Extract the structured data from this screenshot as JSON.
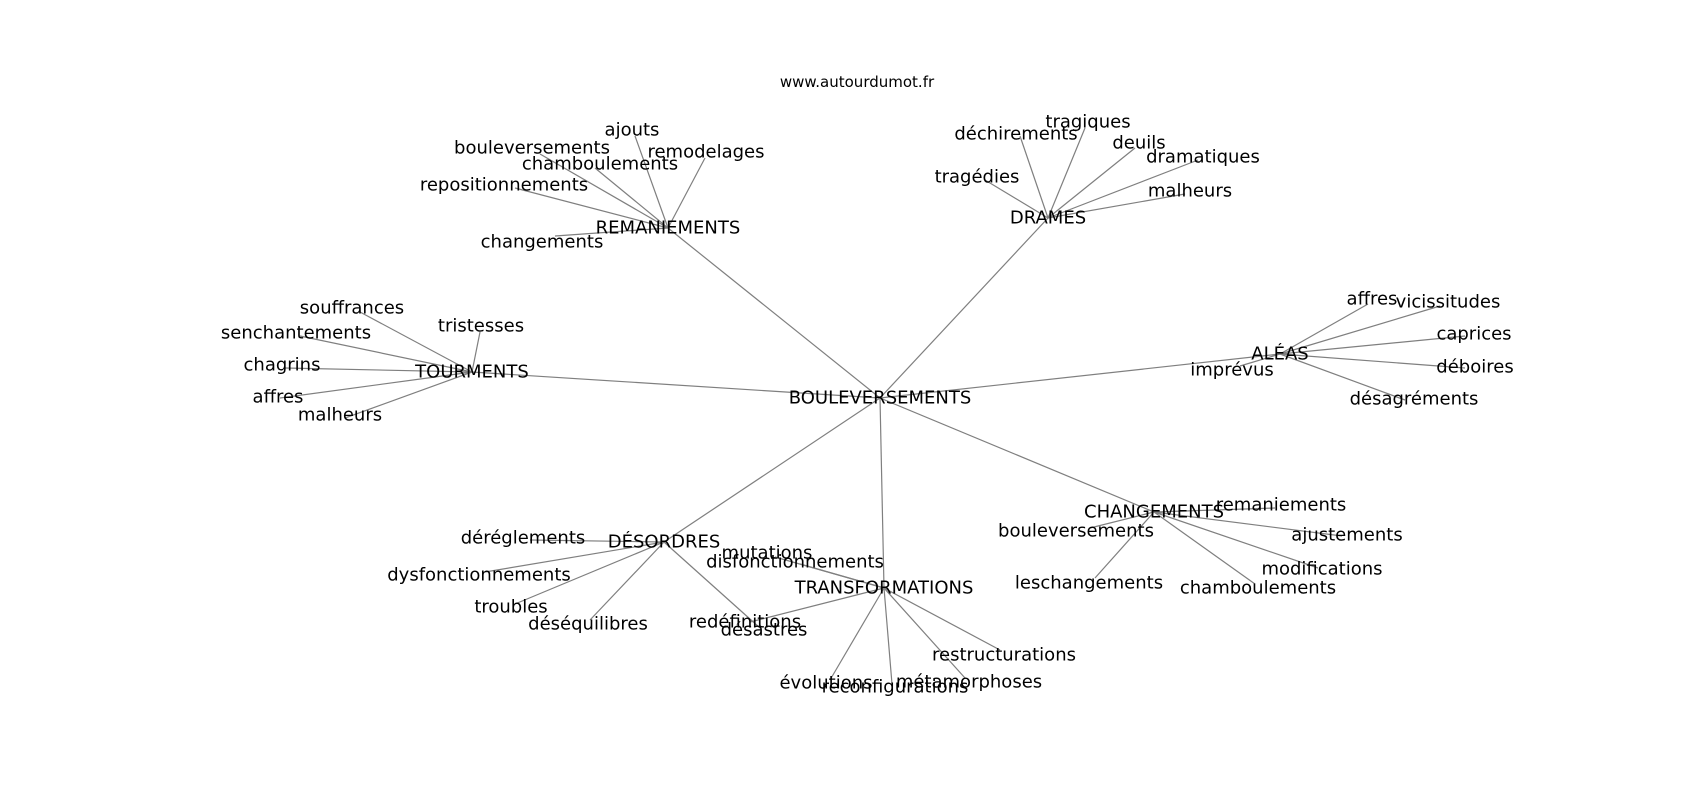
{
  "site": "www.autourdumot.fr",
  "center": "BOULEVERSEMENTS",
  "clusters": [
    {
      "hub": "REMANIEMENTS",
      "leaves": [
        "ajouts",
        "bouleversements",
        "remodelages",
        "chamboulements",
        "repositionnements",
        "changements"
      ]
    },
    {
      "hub": "DRAMES",
      "leaves": [
        "tragiques",
        "déchirements",
        "deuils",
        "dramatiques",
        "tragédies",
        "malheurs"
      ]
    },
    {
      "hub": "TOURMENTS",
      "leaves": [
        "souffrances",
        "tristesses",
        "senchantements",
        "chagrins",
        "affres",
        "malheurs"
      ]
    },
    {
      "hub": "ALÉAS",
      "leaves": [
        "affres",
        "vicissitudes",
        "caprices",
        "imprévus",
        "déboires",
        "désagréments"
      ]
    },
    {
      "hub": "CHANGEMENTS",
      "leaves": [
        "remaniements",
        "bouleversements",
        "ajustements",
        "modifications",
        "leschangements",
        "chamboulements"
      ]
    },
    {
      "hub": "DÉSORDRES",
      "leaves": [
        "déréglements",
        "dysfonctionnements",
        "troubles",
        "déséquilibres",
        "désastres"
      ]
    },
    {
      "hub": "TRANSFORMATIONS",
      "leaves": [
        "mutations",
        "disfonctionnements",
        "redéfinitions",
        "restructurations",
        "évolutions",
        "métamorphoses",
        "reconfigurations"
      ]
    }
  ]
}
